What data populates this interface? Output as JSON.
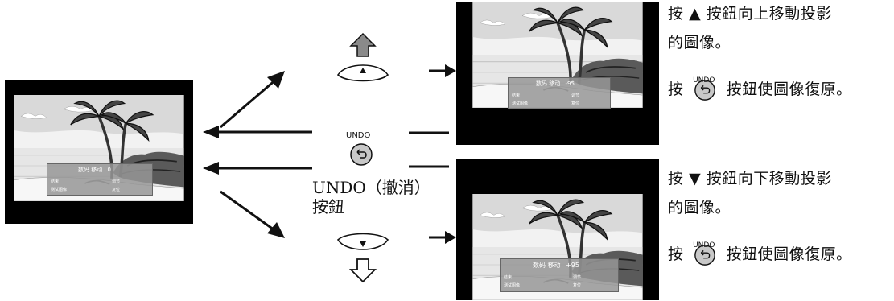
{
  "osd": {
    "left_title": "数码 移动",
    "left_value": "0",
    "top_title": "数码 移动",
    "top_value": "-95",
    "bottom_title": "数码 移动",
    "bottom_value": "+95",
    "item_end": "结束",
    "item_adjust": "调节",
    "item_test": "测试图像",
    "item_reset": "复位"
  },
  "undo_button": {
    "label": "UNDO",
    "caption_line1": "UNDO（撤消）",
    "caption_line2": "按鈕"
  },
  "up_text": {
    "line1_prefix": "按",
    "line1_suffix": "按鈕向上移動投影",
    "line2": "的圖像。",
    "line3_prefix": "按",
    "line3_suffix": "按鈕使圖像復原。",
    "undo_small": "UNDO"
  },
  "down_text": {
    "line1_prefix": "按",
    "line1_suffix": "按鈕向下移動投影",
    "line2": "的圖像。",
    "line3_prefix": "按",
    "line3_suffix": "按鈕使圖像復原。",
    "undo_small": "UNDO"
  },
  "icons": [
    "up-triangle-icon",
    "down-triangle-icon",
    "undo-icon",
    "arrow-up-icon",
    "arrow-down-icon",
    "right-arrow-icon",
    "left-arrow-icon"
  ]
}
